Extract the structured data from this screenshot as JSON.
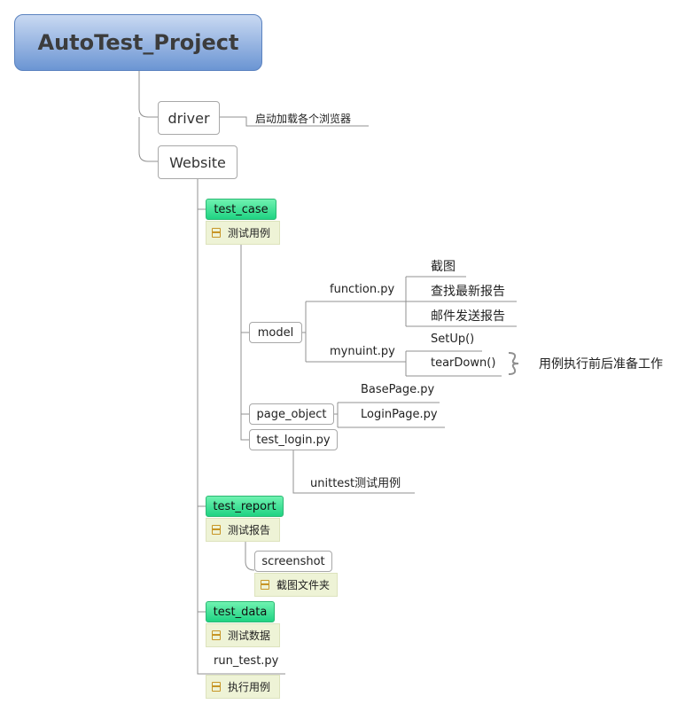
{
  "root": "AutoTest_Project",
  "driver": {
    "label": "driver",
    "desc": "启动加载各个浏览器"
  },
  "website": {
    "label": "Website"
  },
  "test_case": {
    "label": "test_case",
    "note": "测试用例",
    "model": {
      "label": "model",
      "function_py": {
        "label": "function.py",
        "items": [
          "截图",
          "查找最新报告",
          "邮件发送报告"
        ]
      },
      "mynuint_py": {
        "label": "mynuint.py",
        "items": [
          "SetUp()",
          "tearDown()"
        ],
        "summary": "用例执行前后准备工作"
      }
    },
    "page_object": {
      "label": "page_object",
      "items": [
        "BasePage.py",
        "LoginPage.py"
      ]
    },
    "test_login": {
      "label": "test_login.py",
      "child": "unittest测试用例"
    }
  },
  "test_report": {
    "label": "test_report",
    "note": "测试报告",
    "screenshot": {
      "label": "screenshot",
      "note": "截图文件夹"
    }
  },
  "test_data": {
    "label": "test_data",
    "note": "测试数据"
  },
  "run_test": {
    "label": "run_test.py",
    "note": "执行用例"
  },
  "colors": {
    "root_gradient_top": "#c9d9f2",
    "root_gradient_bottom": "#6b95d3",
    "green": "#1fd383",
    "note_bg": "#eef3d6",
    "line": "#909090"
  }
}
